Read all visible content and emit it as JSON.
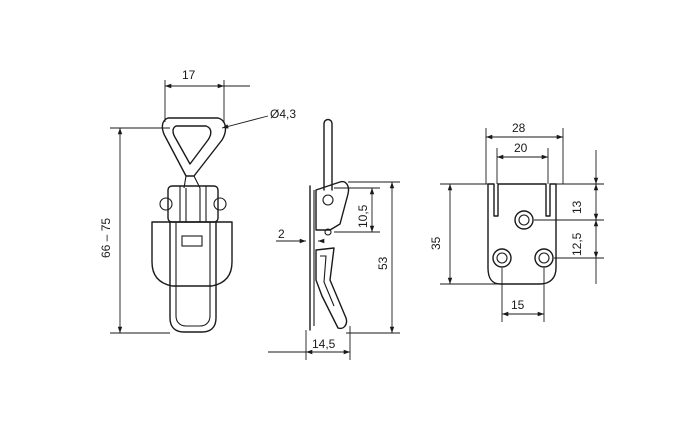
{
  "drawing": {
    "front_view": {
      "width_label": "17",
      "wire_diameter_label": "Ø4,3",
      "height_label": "66 – 75"
    },
    "side_view": {
      "gap_label": "2",
      "pin_offset_label": "10,5",
      "height_label": "53",
      "depth_label": "14,5"
    },
    "plate_view": {
      "outer_width_label": "28",
      "inner_width_label": "20",
      "top_offset_label": "13",
      "hole_spacing_v_label": "12,5",
      "height_label": "35",
      "hole_spacing_h_label": "15"
    }
  }
}
